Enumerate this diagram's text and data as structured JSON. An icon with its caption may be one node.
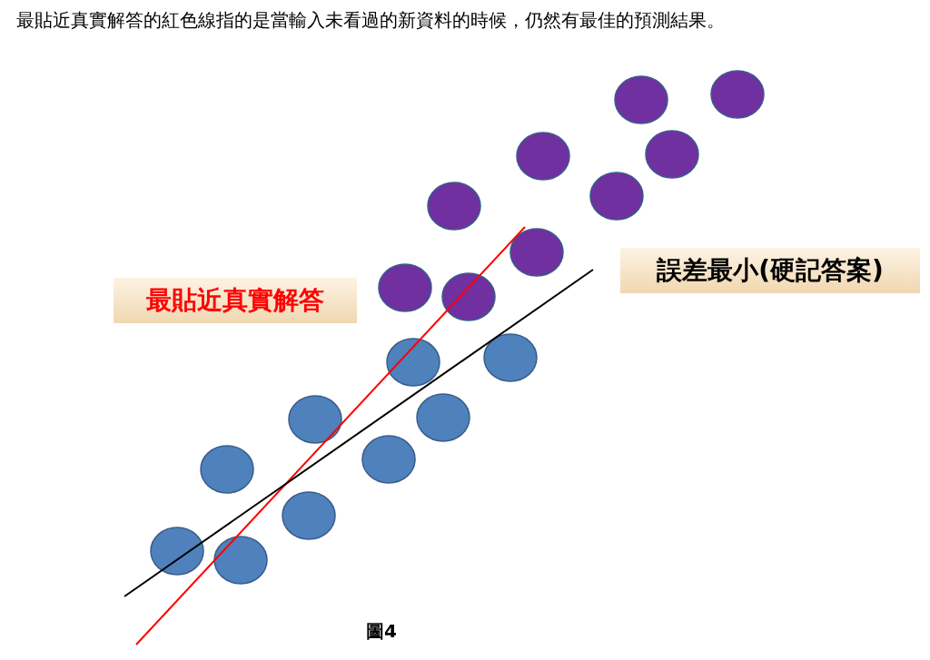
{
  "diagram": {
    "caption": "圖4",
    "nodes": [
      {
        "text": [
          "最貼近真實解答"
        ]
      },
      {
        "text": [
          "誤差最小(硬記答案)"
        ]
      }
    ],
    "labels": [
      "最貼近真實解答的紅色線指的是當輸入未看過的新資料的時候，仍然有最佳的預測結果。"
    ]
  }
}
